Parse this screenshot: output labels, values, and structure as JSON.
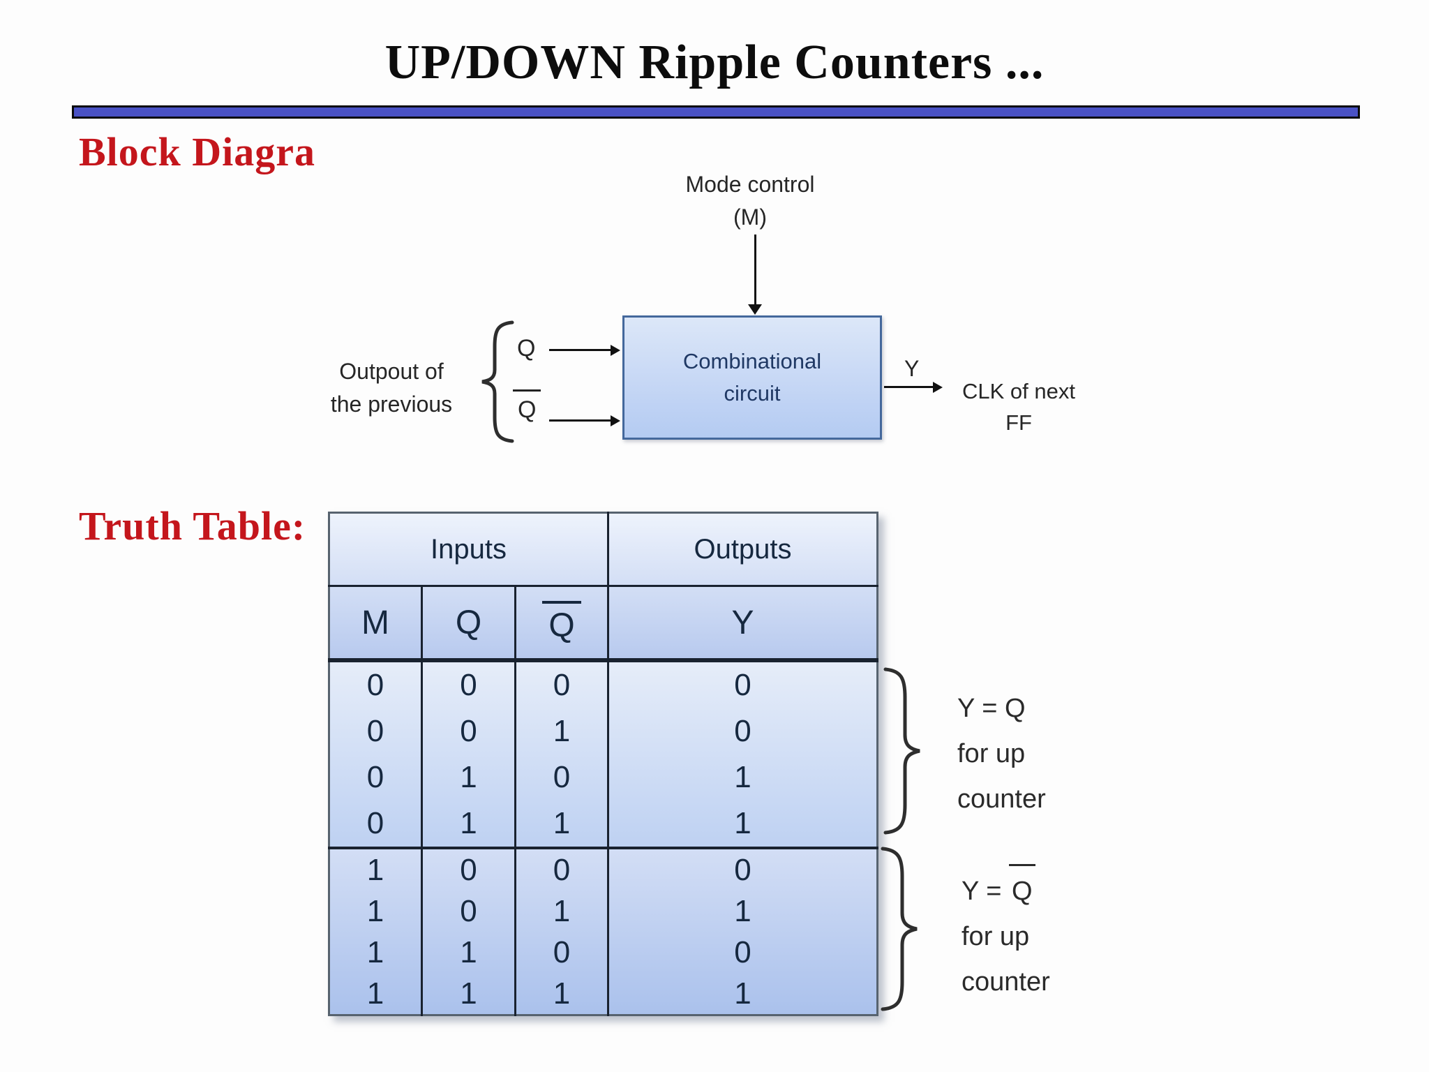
{
  "slide": {
    "title": "UP/DOWN Ripple Counters ...",
    "section1_heading": "Block Diagra",
    "section2_heading": "Truth Table:"
  },
  "diagram": {
    "mode_control": "Mode control",
    "mode_control_symbol": "(M)",
    "source_label_line1": "Outpout of",
    "source_label_line2": "the previous",
    "input_q": "Q",
    "input_qbar": "Q",
    "box_label_line1": "Combinational",
    "box_label_line2": "circuit",
    "output_signal": "Y",
    "dest_label_line1": "CLK of next",
    "dest_label_line2": "FF"
  },
  "truth_table": {
    "group_headers": {
      "inputs": "Inputs",
      "outputs": "Outputs"
    },
    "col_headers": {
      "m": "M",
      "q": "Q",
      "qbar": "Q",
      "y": "Y"
    },
    "rows": [
      [
        "0",
        "0",
        "0",
        "0"
      ],
      [
        "0",
        "0",
        "1",
        "0"
      ],
      [
        "0",
        "1",
        "0",
        "1"
      ],
      [
        "0",
        "1",
        "1",
        "1"
      ],
      [
        "1",
        "0",
        "0",
        "0"
      ],
      [
        "1",
        "0",
        "1",
        "1"
      ],
      [
        "1",
        "1",
        "0",
        "0"
      ],
      [
        "1",
        "1",
        "1",
        "1"
      ]
    ]
  },
  "annotations": {
    "up_counter": {
      "line1": "Y = Q",
      "line2": "for up",
      "line3": "counter"
    },
    "down_counter": {
      "line1_prefix": "Y =",
      "line1_qbar": "Q",
      "line2": "for up",
      "line3": "counter"
    }
  },
  "colors": {
    "heading_red": "#C4161C",
    "divider_blue": "#4A52C5",
    "box_fill_top": "#DCE7F8",
    "box_fill_bottom": "#B4CBF2",
    "box_border": "#44689C",
    "box_text": "#1F3864",
    "table_grid": "#19222F",
    "table_text": "#16283F"
  }
}
